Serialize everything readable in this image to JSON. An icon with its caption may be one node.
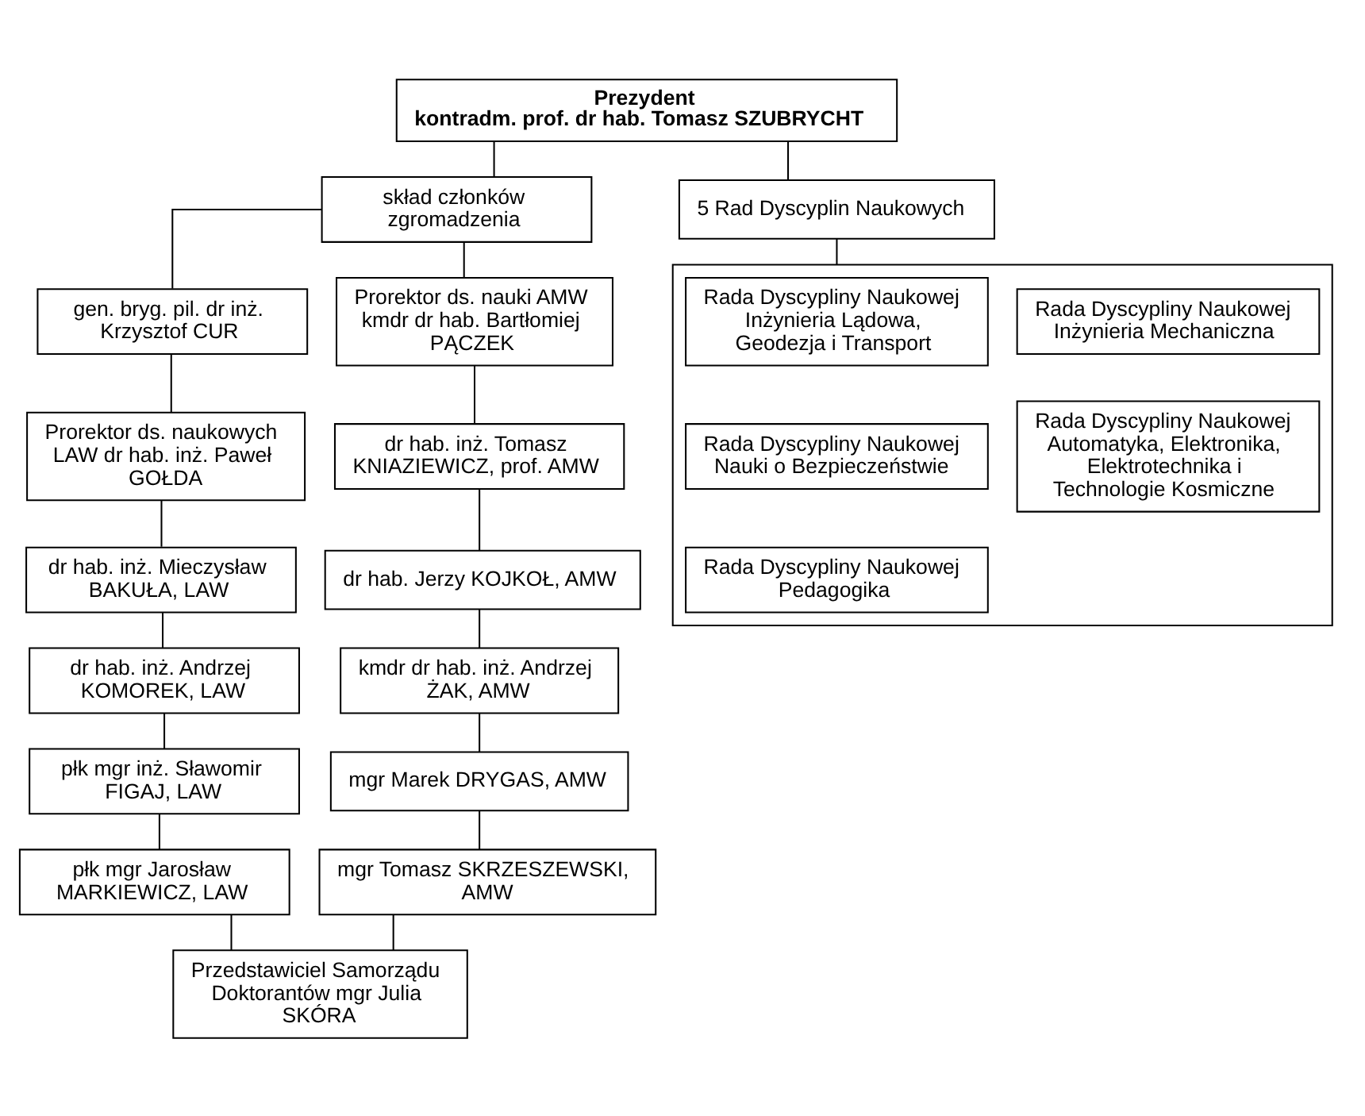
{
  "diagram": {
    "nodes": [
      {
        "text": [
          "Prezydent",
          "kontradm. prof. dr hab. Tomasz SZUBRYCHT"
        ]
      },
      {
        "text": [
          "skład członków zgromadzenia"
        ]
      },
      {
        "text": [
          "5 Rad Dyscyplin Naukowych"
        ]
      },
      {
        "text": [
          "gen. bryg. pil. dr inż. Krzysztof CUR"
        ]
      },
      {
        "text": [
          "Prorektor ds. nauki AMW kmdr dr hab. Bartłomiej PĄCZEK"
        ]
      },
      {
        "text": [
          "Prorektor ds. naukowych LAW dr hab. inż. Paweł GOŁDA"
        ]
      },
      {
        "text": [
          "dr hab. inż. Tomasz KNIAZIEWICZ, prof. AMW"
        ]
      },
      {
        "text": [
          "dr hab. inż. Mieczysław BAKUŁA, LAW"
        ]
      },
      {
        "text": [
          "dr hab. Jerzy KOJKOŁ, AMW"
        ]
      },
      {
        "text": [
          "dr hab. inż. Andrzej KOMOREK, LAW"
        ]
      },
      {
        "text": [
          "kmdr dr hab. inż. Andrzej ŻAK, AMW"
        ]
      },
      {
        "text": [
          "płk mgr inż. Sławomir FIGAJ, LAW"
        ]
      },
      {
        "text": [
          "mgr Marek DRYGAS, AMW"
        ]
      },
      {
        "text": [
          "płk mgr Jarosław MARKIEWICZ, LAW"
        ]
      },
      {
        "text": [
          "mgr Tomasz SKRZESZEWSKI, AMW"
        ]
      },
      {
        "text": [
          "Przedstawiciel Samorządu Doktorantów mgr Julia SKÓRA"
        ]
      },
      {
        "text": [],
        "shape": "box"
      },
      {
        "text": [
          "Rada Dyscypliny Naukowej Inżynieria Lądowa, Geodezja i Transport"
        ],
        "in": 16
      },
      {
        "text": [
          "Rada Dyscypliny Naukowej Inżynieria Mechaniczna"
        ],
        "in": 16
      },
      {
        "text": [
          "Rada Dyscypliny Naukowej Nauki o Bezpieczeństwie"
        ],
        "in": 16
      },
      {
        "text": [
          "Rada Dyscypliny Naukowej Automatyka, Elektronika, Elektrotechnika i Technologie Kosmiczne"
        ],
        "in": 16
      },
      {
        "text": [
          "Rada Dyscypliny Naukowej Pedagogika"
        ],
        "in": 16
      }
    ],
    "edges": [
      {
        "from": 0,
        "to": 1,
        "arrow": "none"
      },
      {
        "from": 0,
        "to": 2,
        "arrow": "none"
      },
      {
        "from": 1,
        "to": 3,
        "arrow": "none"
      },
      {
        "from": 1,
        "to": 4,
        "arrow": "none"
      },
      {
        "from": 3,
        "to": 5,
        "arrow": "none"
      },
      {
        "from": 5,
        "to": 7,
        "arrow": "none"
      },
      {
        "from": 7,
        "to": 9,
        "arrow": "none"
      },
      {
        "from": 9,
        "to": 11,
        "arrow": "none"
      },
      {
        "from": 11,
        "to": 13,
        "arrow": "none"
      },
      {
        "from": 4,
        "to": 6,
        "arrow": "none"
      },
      {
        "from": 6,
        "to": 8,
        "arrow": "none"
      },
      {
        "from": 8,
        "to": 10,
        "arrow": "none"
      },
      {
        "from": 10,
        "to": 12,
        "arrow": "none"
      },
      {
        "from": 12,
        "to": 14,
        "arrow": "none"
      },
      {
        "from": 13,
        "to": 15,
        "arrow": "none"
      },
      {
        "from": 14,
        "to": 15,
        "arrow": "none"
      },
      {
        "from": 2,
        "to": 16,
        "arrow": "none"
      }
    ]
  }
}
